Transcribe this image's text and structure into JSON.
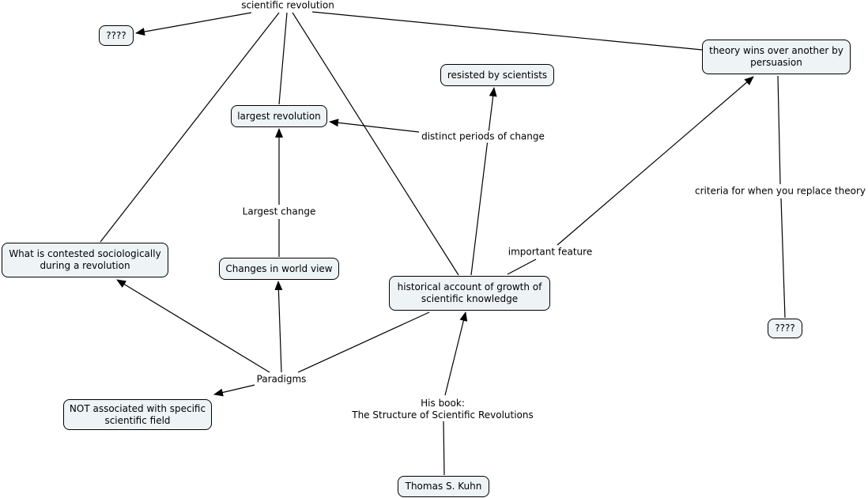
{
  "concept_map": {
    "nodes": [
      {
        "id": "unknown-top",
        "text": "????"
      },
      {
        "id": "theory-wins",
        "text": "theory wins over another by persuasion"
      },
      {
        "id": "resisted",
        "text": "resisted by scientists"
      },
      {
        "id": "largest-revolution",
        "text": "largest revolution"
      },
      {
        "id": "contested",
        "text": "What is contested sociologically during a revolution"
      },
      {
        "id": "world-view",
        "text": "Changes in world view"
      },
      {
        "id": "historical-account",
        "text": "historical account of growth of scientific knowledge"
      },
      {
        "id": "unknown-right",
        "text": "????"
      },
      {
        "id": "not-associated",
        "text": "NOT associated with specific scientific field"
      },
      {
        "id": "kuhn",
        "text": "Thomas S. Kuhn"
      }
    ],
    "linking_phrases": [
      {
        "id": "scientific-revolution",
        "text": "scientific revolution"
      },
      {
        "id": "distinct-periods",
        "text": "distinct periods of change"
      },
      {
        "id": "largest-change",
        "text": "Largest change"
      },
      {
        "id": "important-feature",
        "text": "important feature"
      },
      {
        "id": "criteria",
        "text": "criteria for when you replace theory"
      },
      {
        "id": "paradigms",
        "text": "Paradigms"
      },
      {
        "id": "his-book",
        "text": "His book:\nThe Structure of Scientific Revolutions"
      }
    ],
    "connections": [
      {
        "from": "scientific-revolution",
        "to": "unknown-top",
        "arrow": true
      },
      {
        "from": "scientific-revolution",
        "to": "theory-wins",
        "arrow": false
      },
      {
        "from": "scientific-revolution",
        "to": "largest-revolution",
        "arrow": false
      },
      {
        "from": "scientific-revolution",
        "to": "contested",
        "arrow": false
      },
      {
        "from": "scientific-revolution",
        "to": "historical-account",
        "arrow": false
      },
      {
        "from": "distinct-periods",
        "to": "largest-revolution",
        "arrow": true
      },
      {
        "from": "historical-account",
        "to": "resisted",
        "arrow": true
      },
      {
        "from": "largest-change",
        "to": "largest-revolution",
        "arrow": true
      },
      {
        "from": "world-view",
        "to": "largest-change",
        "arrow": false
      },
      {
        "from": "historical-account",
        "to": "important-feature",
        "arrow": false
      },
      {
        "from": "important-feature",
        "to": "theory-wins",
        "arrow": true
      },
      {
        "from": "theory-wins",
        "to": "criteria",
        "arrow": false
      },
      {
        "from": "criteria",
        "to": "unknown-right",
        "arrow": false
      },
      {
        "from": "historical-account",
        "to": "paradigms",
        "arrow": false
      },
      {
        "from": "paradigms",
        "to": "contested",
        "arrow": true
      },
      {
        "from": "paradigms",
        "to": "world-view",
        "arrow": true
      },
      {
        "from": "paradigms",
        "to": "not-associated",
        "arrow": true
      },
      {
        "from": "kuhn",
        "to": "his-book",
        "arrow": false
      },
      {
        "from": "his-book",
        "to": "historical-account",
        "arrow": true
      }
    ]
  },
  "colors": {
    "node_fill": "#eef3f5",
    "line": "#000000",
    "background": "#ffffff"
  }
}
